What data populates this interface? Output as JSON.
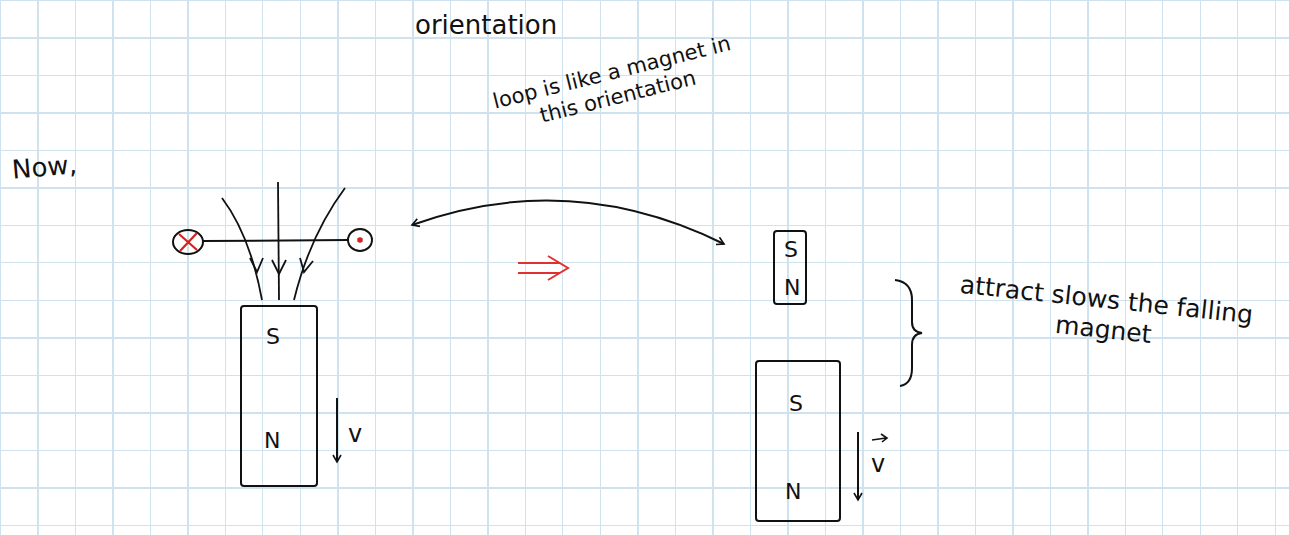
{
  "diagram": {
    "nodes": [
      {
        "text": [
          "S",
          "N"
        ]
      },
      {
        "text": [
          "S",
          "N"
        ]
      },
      {
        "text": [
          "S",
          "N"
        ]
      }
    ],
    "labels": [
      "orientation",
      "Now,",
      "loop is like a magnet in this orientation",
      "v",
      "attract slows the falling magnet",
      "v"
    ]
  }
}
